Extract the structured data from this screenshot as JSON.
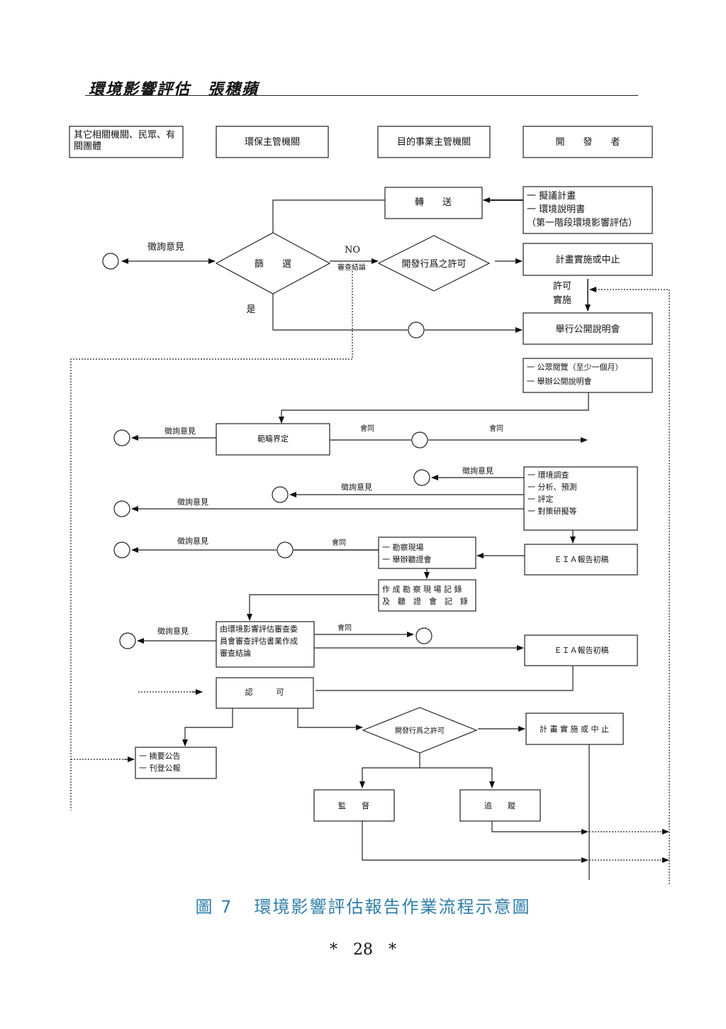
{
  "header": {
    "title": "環境影響評估　張穗蘋"
  },
  "columns": {
    "others": [
      "其它相關機關、民眾、有",
      "關團體"
    ],
    "epa": "環保主管機關",
    "competent": "目的事業主管機關",
    "developer": "開　　發　　者"
  },
  "nodes": {
    "transfer": "轉　　送",
    "plan_list": [
      "一 擬議計畫",
      "一 環境說明書",
      "（第一階段環境影響評估）"
    ],
    "screen": "篩　　選",
    "no_label": "NO",
    "review_conclusion": "審查結論",
    "permit1": "開發行爲之許可",
    "implement1": "計畫實施或中止",
    "permit_implement": [
      "許可",
      "實施"
    ],
    "yes_label": "是",
    "public_meeting": "舉行公開說明會",
    "public_review": [
      "一 公眾閱覽（至少一個月）",
      "一 舉辦公開說明會"
    ],
    "scoping": "範疇界定",
    "survey": [
      "一 環境調查",
      "一 分析、預測",
      "一 評定",
      "一 對策研擬等"
    ],
    "site_visit": [
      "一 勘察現場",
      "一 舉辦聽證會"
    ],
    "eia_draft1": "ＥＩＡ報告初稿",
    "record": [
      "作 成 勘 察 現 場 記 錄",
      "及　聽　證　會　記　錄"
    ],
    "committee": [
      "由環境影響評估審查委",
      "員會審查評估書業作成",
      "審查結論"
    ],
    "eia_draft2": "ＥＩＡ報告初稿",
    "approve": "認　　　可",
    "permit2": "開發行爲之許可",
    "implement2": "計 畫 實 施 或 中 止",
    "announce": [
      "一 摘要公告",
      "一 刊登公報"
    ],
    "supervise": "監　　督",
    "track": "追　　蹤"
  },
  "labels": {
    "consult": "徵詢意見",
    "concur": "會同"
  },
  "caption": {
    "figure": "圖 7",
    "title": "環境影響評估報告作業流程示意圖"
  },
  "page_number": "*　28　*"
}
